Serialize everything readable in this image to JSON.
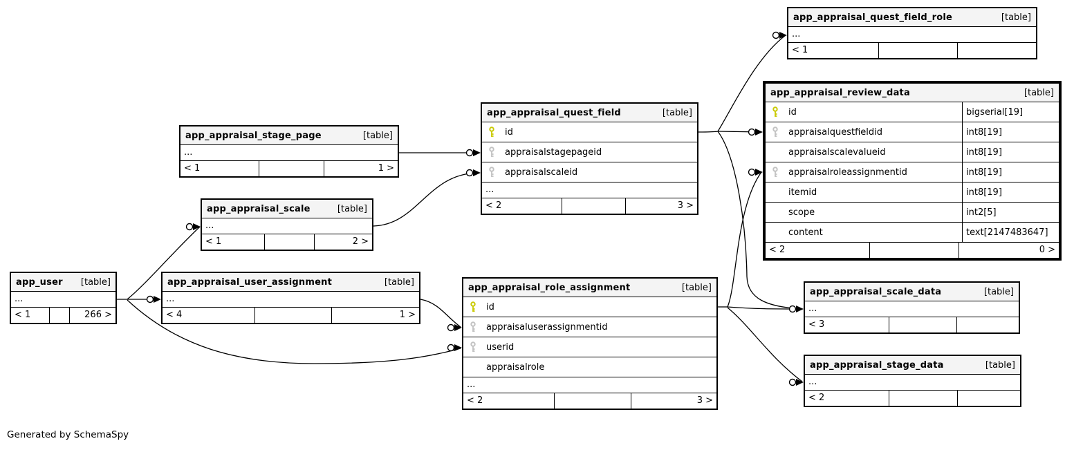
{
  "generator_note": "Generated by SchemaSpy",
  "tables": [
    {
      "name": "app_appraisal_quest_field_role",
      "title": "app_appraisal_quest_field_role",
      "tag": "[table]",
      "ellipsis": "...",
      "footer": {
        "left": "< 1",
        "right": ""
      }
    },
    {
      "name": "app_appraisal_review_data",
      "title": "app_appraisal_review_data",
      "tag": "[table]",
      "cols": [
        {
          "name": "id",
          "type": "bigserial[19]",
          "key": "primary"
        },
        {
          "name": "appraisalquestfieldid",
          "type": "int8[19]",
          "key": "foreign"
        },
        {
          "name": "appraisalscalevalueid",
          "type": "int8[19]",
          "key": ""
        },
        {
          "name": "appraisalroleassignmentid",
          "type": "int8[19]",
          "key": "foreign"
        },
        {
          "name": "itemid",
          "type": "int8[19]",
          "key": ""
        },
        {
          "name": "scope",
          "type": "int2[5]",
          "key": ""
        },
        {
          "name": "content",
          "type": "text[2147483647]",
          "key": ""
        }
      ],
      "footer": {
        "left": "< 2",
        "right": "0 >"
      }
    },
    {
      "name": "app_appraisal_quest_field",
      "title": "app_appraisal_quest_field",
      "tag": "[table]",
      "cols": [
        {
          "name": "id",
          "key": "primary"
        },
        {
          "name": "appraisalstagepageid",
          "key": "foreign"
        },
        {
          "name": "appraisalscaleid",
          "key": "foreign"
        }
      ],
      "ellipsis": "...",
      "footer": {
        "left": "< 2",
        "right": "3 >"
      }
    },
    {
      "name": "app_appraisal_stage_page",
      "title": "app_appraisal_stage_page",
      "tag": "[table]",
      "ellipsis": "...",
      "footer": {
        "left": "< 1",
        "right": "1 >"
      }
    },
    {
      "name": "app_appraisal_scale",
      "title": "app_appraisal_scale",
      "tag": "[table]",
      "ellipsis": "...",
      "footer": {
        "left": "< 1",
        "right": "2 >"
      }
    },
    {
      "name": "app_user",
      "title": "app_user",
      "tag": "[table]",
      "ellipsis": "...",
      "footer": {
        "left": "< 1",
        "right": "266 >"
      }
    },
    {
      "name": "app_appraisal_user_assignment",
      "title": "app_appraisal_user_assignment",
      "tag": "[table]",
      "ellipsis": "...",
      "footer": {
        "left": "< 4",
        "right": "1 >"
      }
    },
    {
      "name": "app_appraisal_role_assignment",
      "title": "app_appraisal_role_assignment",
      "tag": "[table]",
      "cols": [
        {
          "name": "id",
          "key": "primary"
        },
        {
          "name": "appraisaluserassignmentid",
          "key": "foreign"
        },
        {
          "name": "userid",
          "key": "foreign"
        },
        {
          "name": "appraisalrole",
          "key": ""
        }
      ],
      "ellipsis": "...",
      "footer": {
        "left": "< 2",
        "right": "3 >"
      }
    },
    {
      "name": "app_appraisal_scale_data",
      "title": "app_appraisal_scale_data",
      "tag": "[table]",
      "ellipsis": "...",
      "footer": {
        "left": "< 3",
        "right": ""
      }
    },
    {
      "name": "app_appraisal_stage_data",
      "title": "app_appraisal_stage_data",
      "tag": "[table]",
      "ellipsis": "...",
      "footer": {
        "left": "< 2",
        "right": ""
      }
    }
  ],
  "relationships": [
    {
      "from": "app_appraisal_stage_page",
      "to": "app_appraisal_quest_field.appraisalstagepageid"
    },
    {
      "from": "app_appraisal_scale",
      "to": "app_appraisal_quest_field.appraisalscaleid"
    },
    {
      "from": "app_user",
      "to": "app_appraisal_scale"
    },
    {
      "from": "app_user",
      "to": "app_appraisal_user_assignment"
    },
    {
      "from": "app_user",
      "to": "app_appraisal_role_assignment.userid"
    },
    {
      "from": "app_appraisal_user_assignment",
      "to": "app_appraisal_role_assignment.appraisaluserassignmentid"
    },
    {
      "from": "app_appraisal_quest_field.id",
      "to": "app_appraisal_quest_field_role"
    },
    {
      "from": "app_appraisal_quest_field.id",
      "to": "app_appraisal_review_data.appraisalquestfieldid"
    },
    {
      "from": "app_appraisal_quest_field.id",
      "to": "app_appraisal_scale_data"
    },
    {
      "from": "app_appraisal_role_assignment.id",
      "to": "app_appraisal_review_data.appraisalroleassignmentid"
    },
    {
      "from": "app_appraisal_role_assignment.id",
      "to": "app_appraisal_scale_data"
    },
    {
      "from": "app_appraisal_role_assignment.id",
      "to": "app_appraisal_stage_data"
    }
  ],
  "colors": {
    "primary_key": "#c9c900",
    "foreign_key": "#c2c2c2",
    "header_bg": "#f4f4f4",
    "line": "#000000"
  }
}
